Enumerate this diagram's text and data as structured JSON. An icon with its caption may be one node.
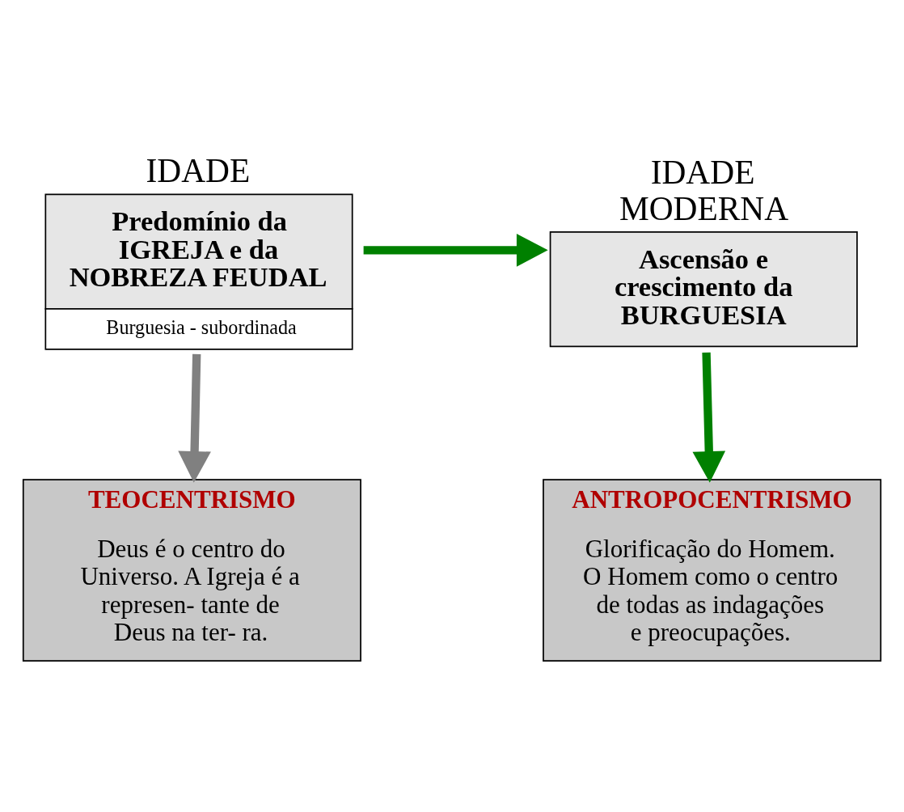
{
  "diagram": {
    "nodes": [
      {
        "text": [
          "IDADE",
          "Predomínio da IGREJA e da NOBREZA FEUDAL",
          "Burguesia - subordinada"
        ]
      },
      {
        "text": [
          "IDADE MODERNA",
          "Ascensão e crescimento da BURGUESIA"
        ]
      },
      {
        "text": [
          "TEOCENTRISMO",
          "Deus é o centro do Universo. A Igreja é a represen- tante de Deus na ter- ra."
        ]
      },
      {
        "text": [
          "ANTROPOCENTRISMO",
          "Glorificação do Homem. O Homem como o centro de todas as indagações e preocupações."
        ]
      }
    ],
    "edges": [
      {
        "from": 0,
        "to": 1,
        "arrow": "to"
      },
      {
        "from": 0,
        "to": 2,
        "arrow": "to",
        "color": "#808080"
      },
      {
        "from": 1,
        "to": 3,
        "arrow": "to"
      }
    ]
  }
}
